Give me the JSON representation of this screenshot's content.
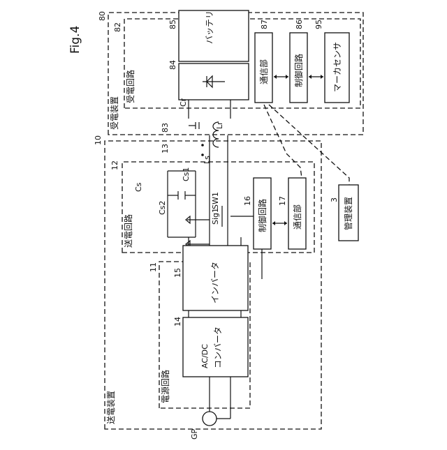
{
  "figure": {
    "title": "Fig.4"
  },
  "sending_device": {
    "number": "10",
    "label": "送電装置"
  },
  "power_circuit": {
    "number": "11",
    "label": "電源回路"
  },
  "acdc": {
    "number": "14",
    "line1": "AC/DC",
    "line2": "コンバータ"
  },
  "inverter": {
    "number": "15",
    "label": "インバータ"
  },
  "sending_circuit": {
    "number": "12",
    "label": "送電回路"
  },
  "send_control": {
    "number": "16",
    "label": "制御回路"
  },
  "send_comm": {
    "number": "17",
    "label": "通信部"
  },
  "send_components": {
    "cs": "Cs",
    "cs1": "Cs1",
    "cs2": "Cs2",
    "sw1": "SW1",
    "sig1": "Sig1",
    "ls": "Ls",
    "coil_num": "13"
  },
  "receiving_device": {
    "number": "80",
    "label": "受電装置"
  },
  "receiving_circuit": {
    "number": "82",
    "label": "受電回路"
  },
  "rectifier": {
    "number": "84"
  },
  "battery": {
    "number": "85",
    "label": "バッテリ"
  },
  "recv_comm": {
    "number": "87",
    "label": "通信部"
  },
  "recv_control": {
    "number": "86",
    "label": "制御回路"
  },
  "marker_sensor": {
    "number": "95",
    "label": "マーカセンサ"
  },
  "recv_components": {
    "cr": "Cr",
    "lr": "Lr",
    "coil_num": "83"
  },
  "management": {
    "number": "3",
    "label": "管理装置"
  },
  "source": {
    "label": "GP"
  }
}
